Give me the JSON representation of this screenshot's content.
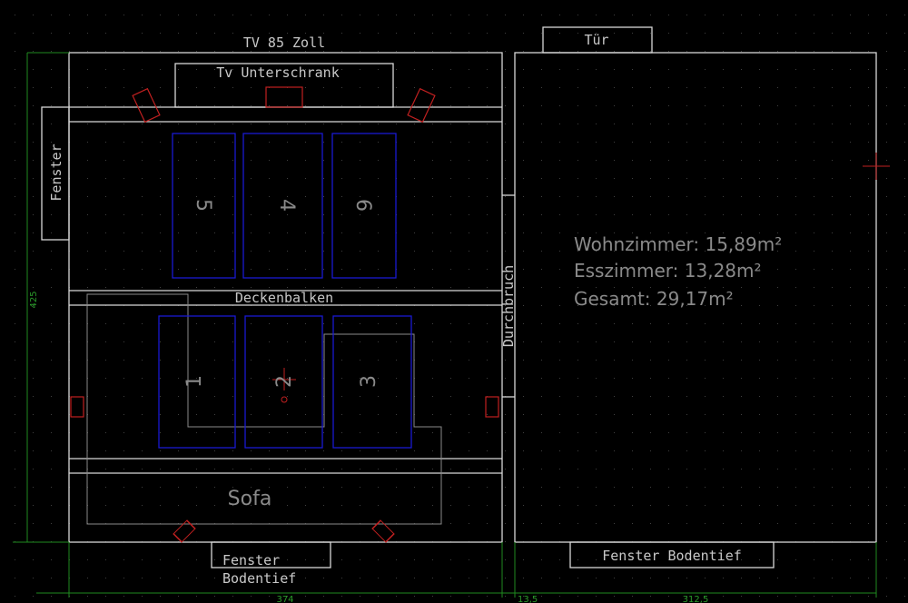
{
  "labels": {
    "tv": "TV 85 Zoll",
    "tv_cabinet": "Tv Unterschrank",
    "door": "Tür",
    "window_left": "Fenster",
    "beam": "Deckenbalken",
    "opening": "Durchbruch",
    "sofa": "Sofa",
    "window_bottom_1": "Fenster",
    "window_bottom_2": "Bodentief",
    "window_right": "Fenster Bodentief"
  },
  "tiles": {
    "top": [
      "5",
      "4",
      "6"
    ],
    "bottom": [
      "1",
      "2",
      "3"
    ]
  },
  "areas": {
    "living": "Wohnzimmer: 15,89m²",
    "dining": "Esszimmer: 13,28m²",
    "total": "Gesamt: 29,17m²"
  },
  "dimensions": {
    "height": "425",
    "left_width": "374",
    "wall": "13,5",
    "right_width": "312,5"
  },
  "colors": {
    "wall": "#d8d8d8",
    "tile": "#1a1ad0",
    "speaker": "#c02020",
    "dimension": "#1f8a1f"
  }
}
